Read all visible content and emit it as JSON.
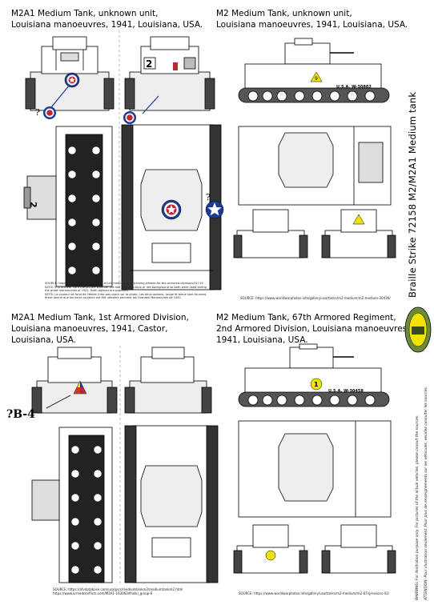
{
  "top_left": {
    "caption_line1": "M2A1 Medium Tank, unknown unit,",
    "caption_line2": "Louisiana manoeuvres, 1941, Louisiana, USA.",
    "turret_number": "2",
    "side_number": "2",
    "question_left": "?",
    "question_right": "?",
    "source_1": "SOURCE: https://forum.kitmaker.net/t/us-m2a1-medium-tank-training-wheels-for-the-armored-divisions/31119",
    "source_2": "NOTE: It is unclear from the picture whether the star was on a blue or red background so both were used during",
    "source_3": "the great manoeuvres of 1941. Both options are provided.",
    "source_4": "NOTE: La couleur de fond de l'étoile n'est pas claire sur la photo. Les deux options, rouge et bleue sont fournies",
    "source_5": "étant donné que les deux couleurs ont été utilisées pendant les Grandes Manoeuvres de 1941"
  },
  "top_right": {
    "caption_line1": "M2 Medium Tank, unknown unit,",
    "caption_line2": "Louisiana manoeuvres, 1941, Louisiana, USA.",
    "serial": "U.S.A. W-30802",
    "bridge_number": "9",
    "source": "SOURCE: https://www.worldwarphotos.info/gallery/usa/tanks/m2-medium/m2-medium-30436/"
  },
  "bottom_left": {
    "caption_line1": "M2A1 Medium Tank, 1st Armored Division,",
    "caption_line2": "Louisiana manoeuvres, 1941, Castor,",
    "caption_line3": "Louisiana, USA.",
    "marking": "?B-4",
    "source_1": "SOURCE: https://afvdatabase.com/usa/pics/mediumtankm2/mediumtankm2.html",
    "source_2": "https://www.armedconflicts.com/M2A1-163063#helki_group-6"
  },
  "bottom_right": {
    "caption_line1": "M2 Medium Tank, 67th Armored Regiment,",
    "caption_line2": "2nd Armored Division, Louisiana manoeuvres,",
    "caption_line3": "1941, Louisiana, USA.",
    "serial": "U.S.A. W-30458",
    "bridge_number": "1",
    "source": "SOURCE: https://www.worldwarphotos.info/gallery/usa/tanks/m2-medium/m2-67rg-lesions-41/"
  },
  "side_title": "Braille Strike 72158 M2/M2A1 Medium tank",
  "warning": "WARNING: For illustration purpose only. For pictures of the actual vehicles, please consult the sources.",
  "attention": "ATTENTION: Pour illustration seulement. Pour plus de renseignements sur les véhicules, veuillez consulter les sources.",
  "colors": {
    "star_red": "#c4262e",
    "star_blue": "#1b3b9a",
    "marking_yellow": "#f2e200",
    "logo_green": "#6b8b3a"
  }
}
